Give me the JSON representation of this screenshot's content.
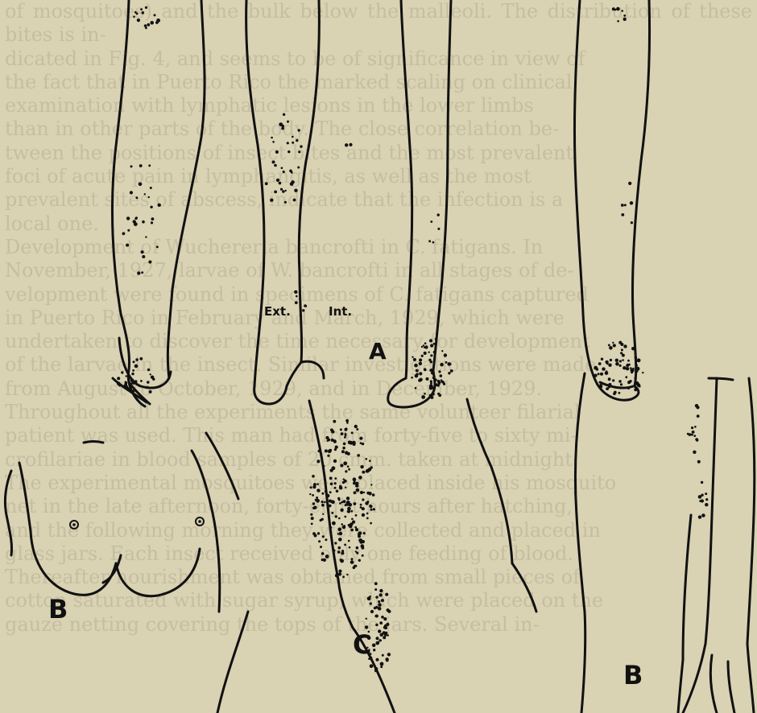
{
  "background_text": [
    "of mosquitoes) and the bulk below the malleoli. The distribution of these bites is in-",
    "dicated in Fig. 4, and seems to be of significance in view of",
    "the fact that in Puerto Rico the marked scaling on clinical",
    "examination with lymphatic lesions in the lower limbs",
    "than in other parts of the body. The close correlation be-",
    "tween the positions of insect bites and the most prevalent",
    "foci of acute pain in lymphangitis, as well as the most",
    "prevalent sites of abscess, indicate that the infection is a",
    "local one.",
    "Development of Wuchereria bancrofti in C. fatigans. In",
    "November, 1927, larvae of W. bancrofti in all stages of de-",
    "velopment were found in specimens of C. fatigans captured",
    "in Puerto Rico in February and March, 1929, which were",
    "undertaken to discover the time necessary for development",
    "of the larvae in the insect. Similar investigations were made",
    "from August to October, 1929, and in December, 1929.",
    "Throughout all the experiments the same volunteer filarial",
    "patient was used. This man had from forty-five to sixty mi-",
    "crofilariae in blood samples of 20 cmm. taken at midnight.",
    "The experimental mosquitoes were placed inside his mosquito",
    "net in the late afternoon, forty-eight hours after hatching,",
    "and the following morning they were collected and placed in",
    "glass jars. Each insect received only one feeding of blood.",
    "Thereafter nourishment was obtained from small pieces of",
    "cotton saturated with sugar syrup, which were placed on the",
    "gauze netting covering the tops of the jars. Several in-"
  ],
  "figure": {
    "labels": {
      "A": "A",
      "B_left": "B",
      "C": "C",
      "B_right": "B",
      "ext": "Ext.",
      "int": "Int."
    }
  },
  "colors": {
    "paper": "#d9d2b3",
    "ink": "#111111"
  }
}
